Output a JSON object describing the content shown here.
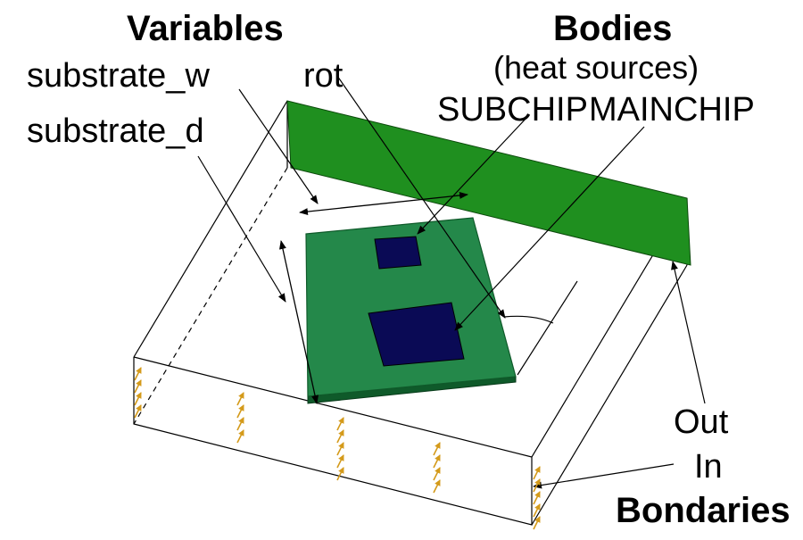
{
  "variables": {
    "heading": "Variables",
    "items": [
      "substrate_w",
      "rot",
      "substrate_d"
    ]
  },
  "bodies": {
    "heading": "Bodies",
    "subtitle": "(heat sources)",
    "items": [
      "SUBCHIP",
      "MAINCHIP"
    ]
  },
  "boundaries": {
    "items": [
      "Out",
      "In"
    ],
    "heading": "Bondaries"
  },
  "colors": {
    "outlet_wall": "#1f8f1f",
    "board": "#24884a",
    "board_edge": "#0f5a2a",
    "chip": "#0a0a55",
    "flow_arrow": "#d49a1a",
    "line": "#000000"
  }
}
